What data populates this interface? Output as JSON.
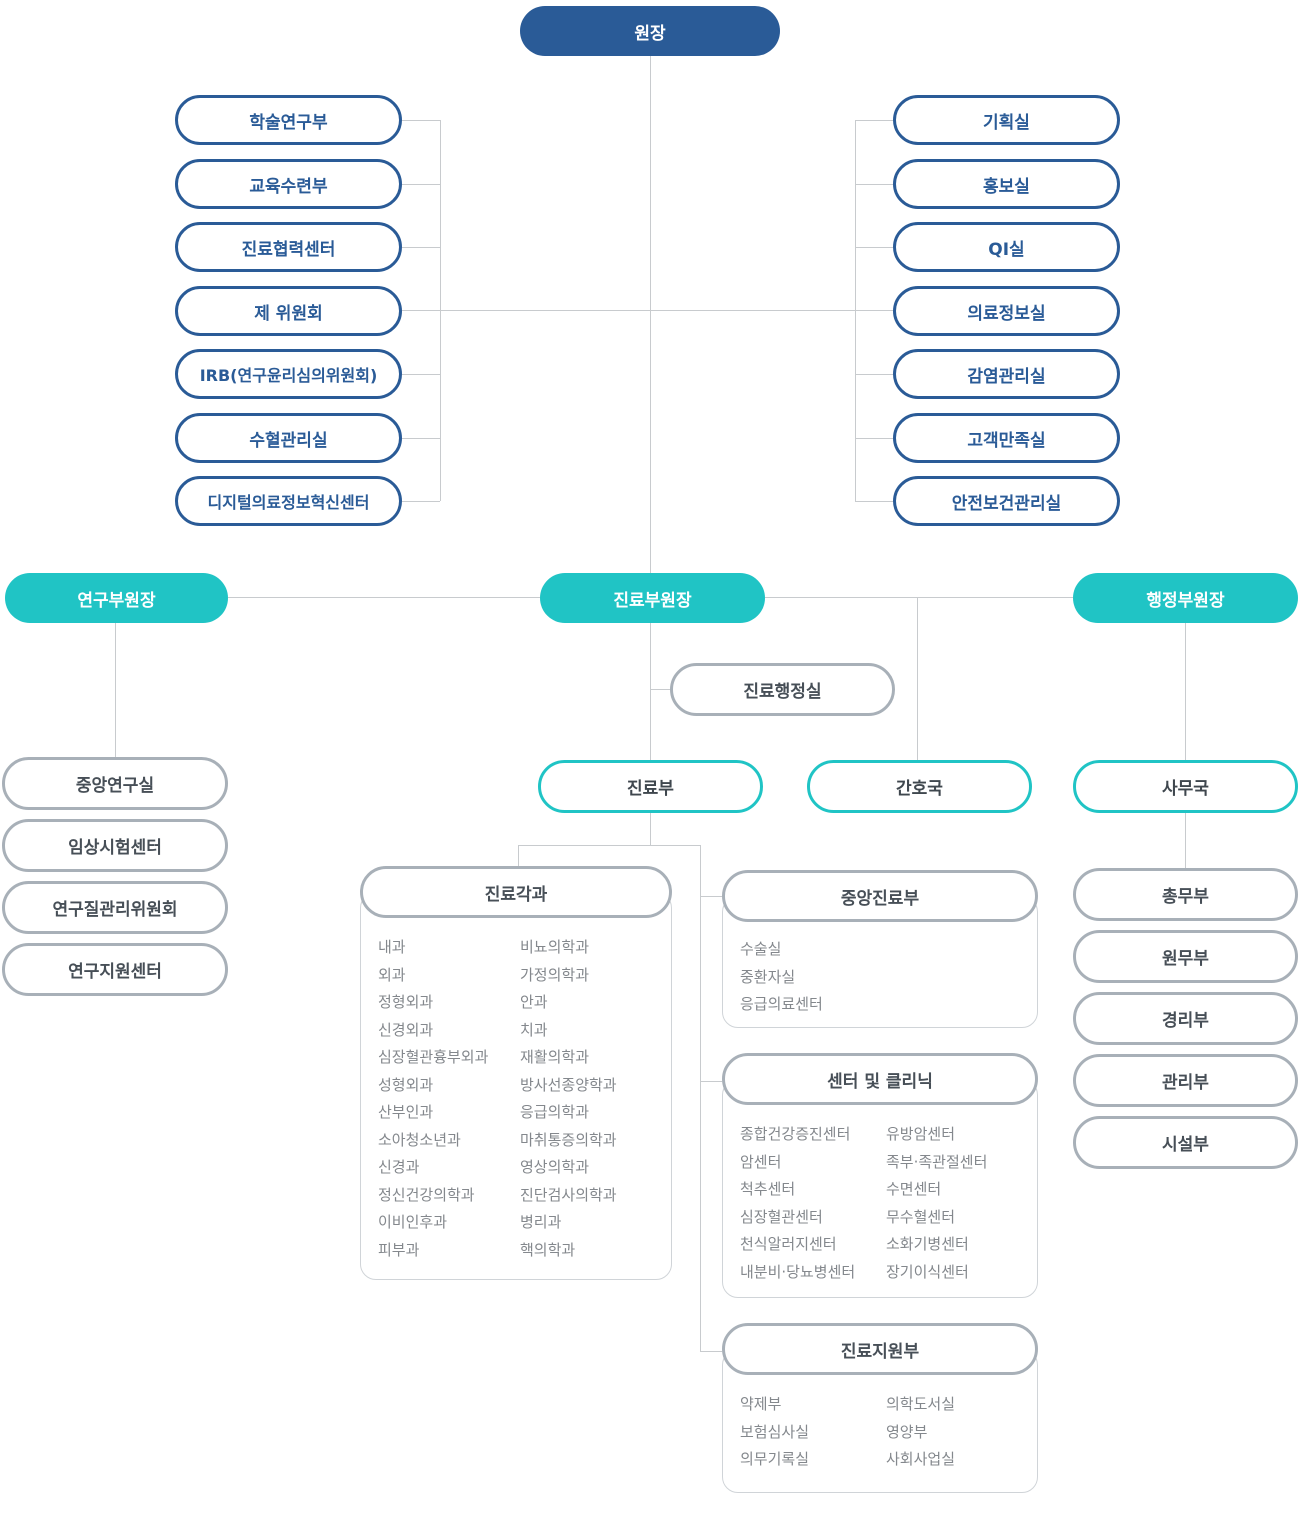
{
  "chart": {
    "director": "원장",
    "left_branch": [
      "학술연구부",
      "교육수련부",
      "진료협력센터",
      "제 위원회",
      "IRB(연구윤리심의위원회)",
      "수혈관리실",
      "디지털의료정보혁신센터"
    ],
    "right_branch": [
      "기획실",
      "홍보실",
      "QI실",
      "의료정보실",
      "감염관리실",
      "고객만족실",
      "안전보건관리실"
    ],
    "vice_research": "연구부원장",
    "vice_medical": "진료부원장",
    "vice_admin": "행정부원장",
    "research_children": [
      "중앙연구실",
      "임상시험센터",
      "연구질관리위원회",
      "연구지원센터"
    ],
    "medical_admin_office": "진료행정실",
    "dept_medical": "진료부",
    "dept_nursing": "간호국",
    "dept_office": "사무국",
    "office_children": [
      "총무부",
      "원무부",
      "경리부",
      "관리부",
      "시설부"
    ],
    "clinical_depts": {
      "title": "진료각과",
      "col1": [
        "내과",
        "외과",
        "정형외과",
        "신경외과",
        "심장혈관흉부외과",
        "성형외과",
        "산부인과",
        "소아청소년과",
        "신경과",
        "정신건강의학과",
        "이비인후과",
        "피부과"
      ],
      "col2": [
        "비뇨의학과",
        "가정의학과",
        "안과",
        "치과",
        "재활의학과",
        "방사선종양학과",
        "응급의학과",
        "마취통증의학과",
        "영상의학과",
        "진단검사의학과",
        "병리과",
        "핵의학과"
      ]
    },
    "central_medical": {
      "title": "중앙진료부",
      "items": [
        "수술실",
        "중환자실",
        "응급의료센터"
      ]
    },
    "centers_clinics": {
      "title": "센터 및 클리닉",
      "col1": [
        "종합건강증진센터",
        "암센터",
        "척추센터",
        "심장혈관센터",
        "천식알러지센터",
        "내분비·당뇨병센터"
      ],
      "col2": [
        "유방암센터",
        "족부·족관절센터",
        "수면센터",
        "무수혈센터",
        "소화기병센터",
        "장기이식센터"
      ]
    },
    "support": {
      "title": "진료지원부",
      "col1": [
        "약제부",
        "보험심사실",
        "의무기록실"
      ],
      "col2": [
        "의학도서실",
        "영양부",
        "사회사업실"
      ]
    },
    "colors": {
      "primary_blue": "#2a5b97",
      "teal": "#20c4c5",
      "node_gray_border": "#a8b0b8",
      "box_border": "#d0d4d8",
      "connector": "#c8cbce",
      "list_text": "#84888d"
    }
  }
}
